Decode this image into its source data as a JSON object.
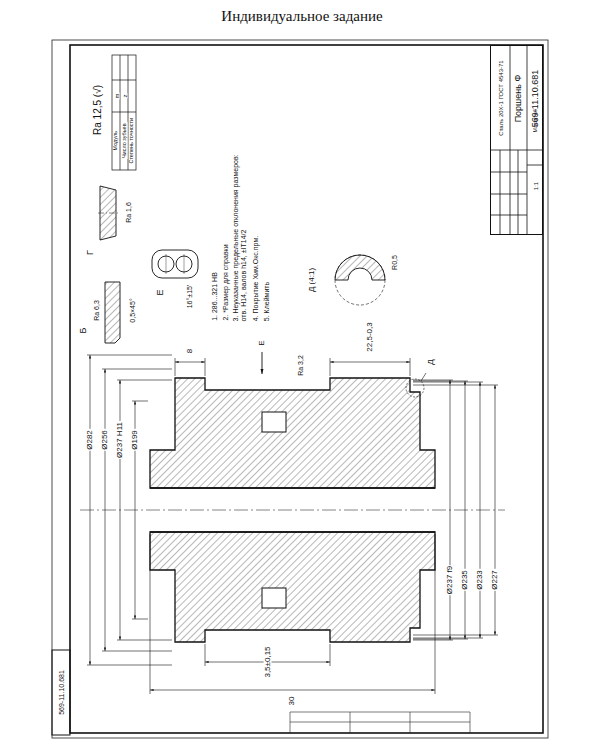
{
  "diagram": {
    "title": "Индивидуальное задание",
    "nodes": [
      {
        "text": [
          "569-11.10.681",
          "Поршень Ф",
          "Сталь 20Х-1 ГОСТ 4543-71",
          "Масштаб",
          "1:1"
        ]
      }
    ],
    "labels": [
      "Ra 12,5 (√)",
      "Модуль",
      "m",
      "Число зубьев",
      "z",
      "Степень точности",
      "Г",
      "Ra 1,6",
      "Б",
      "Ra 6,3",
      "0,5×45°",
      "Е",
      "16°±15'",
      "Д (4:1)",
      "R0,5",
      "1. 286...321 НВ",
      "2. *Размер для справки",
      "3. Неуказанные предельные отклонения размеров: отв. H14, валов h14, ±IT14/2",
      "4. Покрытие Хим.Окс.прм.",
      "5. Клеймить",
      "Ø282",
      "Ø256",
      "Ø237 H11",
      "Ø199",
      "Ø237 f9",
      "Ø235",
      "Ø233",
      "Ø227",
      "8",
      "22,5-0,3",
      "30",
      "3,5±0,15",
      "Д",
      "Е",
      "Ra 3,2",
      "569-11.10.681"
    ]
  }
}
